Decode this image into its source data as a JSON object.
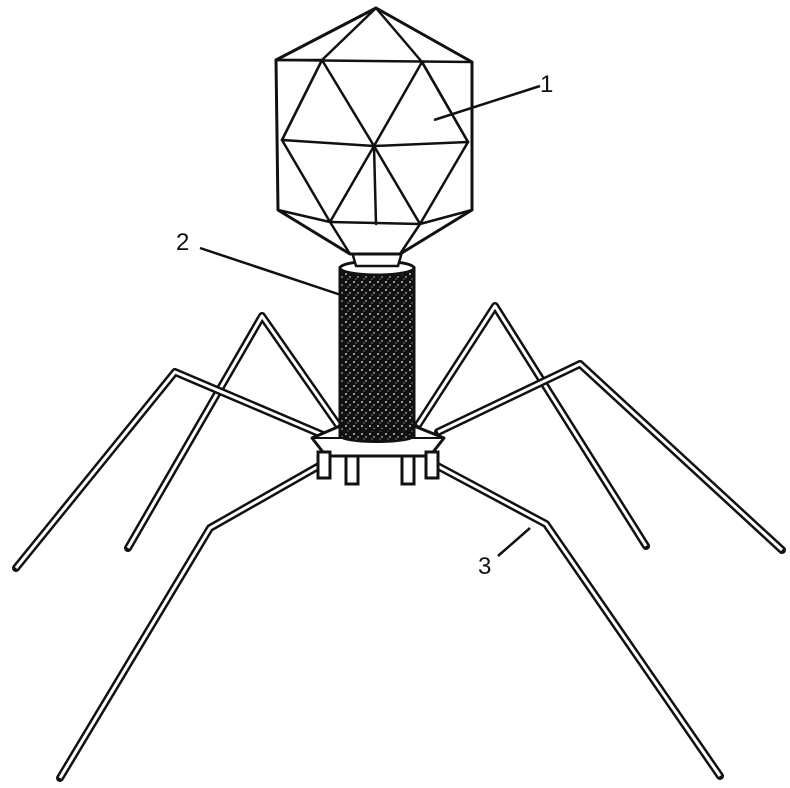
{
  "labels": {
    "capsid": "1",
    "tail_sheath": "2",
    "tail_fiber": "3"
  },
  "colors": {
    "ink": "#111111",
    "background": "#ffffff"
  }
}
